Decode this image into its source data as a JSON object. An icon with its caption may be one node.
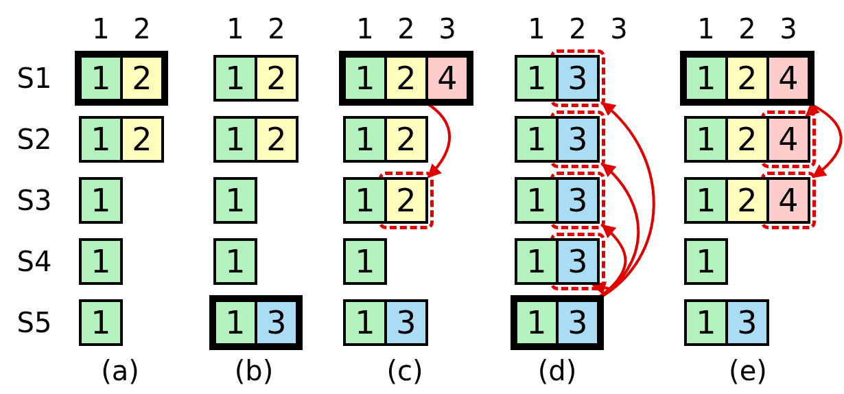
{
  "diagram": {
    "nodes": [
      {
        "text": [
          "1"
        ]
      },
      {
        "text": [
          "2"
        ]
      },
      {
        "text": [
          "1"
        ]
      },
      {
        "text": [
          "2"
        ]
      },
      {
        "text": [
          "1"
        ]
      },
      {
        "text": [
          "1"
        ]
      },
      {
        "text": [
          "1"
        ]
      },
      {
        "text": [
          "1"
        ]
      },
      {
        "text": [
          "2"
        ]
      },
      {
        "text": [
          "1"
        ]
      },
      {
        "text": [
          "2"
        ]
      },
      {
        "text": [
          "1"
        ]
      },
      {
        "text": [
          "1"
        ]
      },
      {
        "text": [
          "1"
        ]
      },
      {
        "text": [
          "3"
        ]
      },
      {
        "text": [
          "1"
        ]
      },
      {
        "text": [
          "2"
        ]
      },
      {
        "text": [
          "4"
        ]
      },
      {
        "text": [
          "1"
        ]
      },
      {
        "text": [
          "2"
        ]
      },
      {
        "text": [
          "1"
        ]
      },
      {
        "text": [
          "2"
        ]
      },
      {
        "text": [
          "1"
        ]
      },
      {
        "text": [
          "1"
        ]
      },
      {
        "text": [
          "3"
        ]
      },
      {
        "text": [
          "1"
        ]
      },
      {
        "text": [
          "3"
        ]
      },
      {
        "text": [
          "1"
        ]
      },
      {
        "text": [
          "3"
        ]
      },
      {
        "text": [
          "1"
        ]
      },
      {
        "text": [
          "3"
        ]
      },
      {
        "text": [
          "1"
        ]
      },
      {
        "text": [
          "3"
        ]
      },
      {
        "text": [
          "1"
        ]
      },
      {
        "text": [
          "3"
        ]
      },
      {
        "text": [
          "1"
        ]
      },
      {
        "text": [
          "2"
        ]
      },
      {
        "text": [
          "4"
        ]
      },
      {
        "text": [
          "1"
        ]
      },
      {
        "text": [
          "2"
        ]
      },
      {
        "text": [
          "4"
        ]
      },
      {
        "text": [
          "1"
        ]
      },
      {
        "text": [
          "2"
        ]
      },
      {
        "text": [
          "4"
        ]
      },
      {
        "text": [
          "1"
        ]
      },
      {
        "text": [
          "1"
        ]
      },
      {
        "text": [
          "3"
        ]
      }
    ],
    "edges": [
      {
        "from": 16,
        "to": 21,
        "arrow": "to"
      },
      {
        "from": 34,
        "to": 32,
        "arrow": "to"
      },
      {
        "from": 34,
        "to": 30,
        "arrow": "to"
      },
      {
        "from": 34,
        "to": 28,
        "arrow": "to"
      },
      {
        "from": 34,
        "to": 26,
        "arrow": "to"
      },
      {
        "from": 37,
        "to": 40,
        "arrow": "to"
      },
      {
        "from": 37,
        "to": 43,
        "arrow": "to"
      }
    ],
    "labels": [
      "1",
      "2",
      "1",
      "2",
      "1",
      "2",
      "3",
      "1",
      "2",
      "3",
      "1",
      "2",
      "3",
      "S1",
      "S2",
      "S3",
      "S4",
      "S5",
      "(a)",
      "(b)",
      "(c)",
      "(d)",
      "(e)"
    ]
  }
}
